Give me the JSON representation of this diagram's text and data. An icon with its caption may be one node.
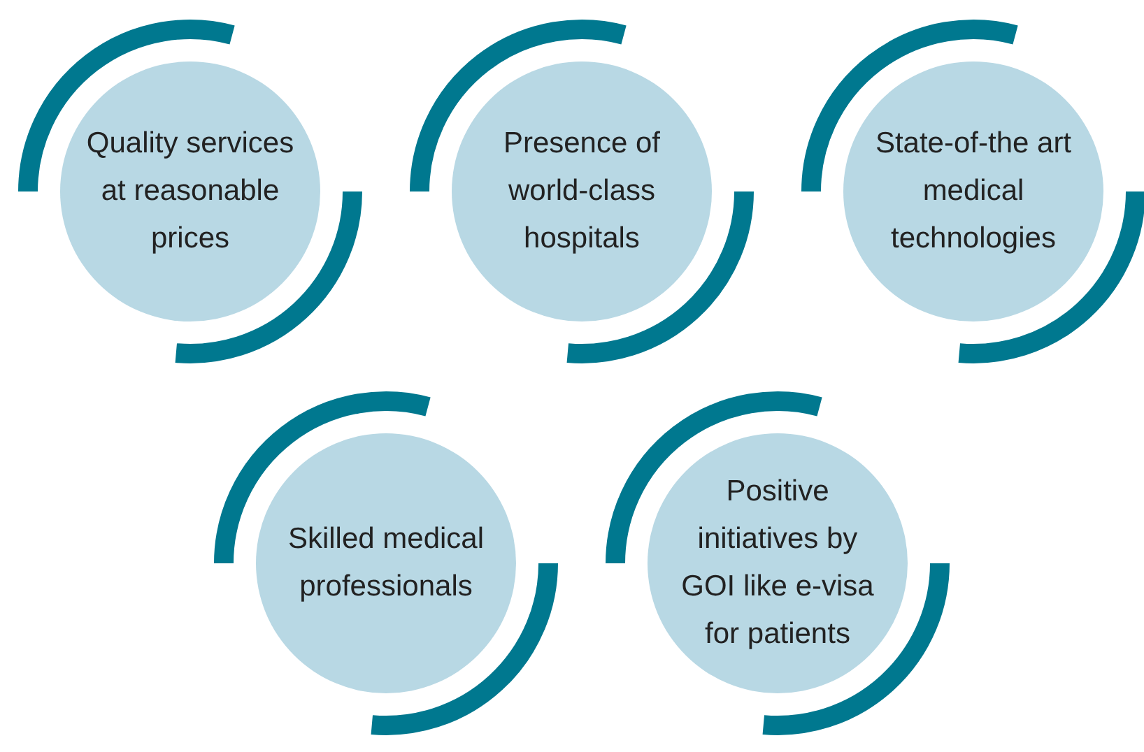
{
  "diagram": {
    "nodes": [
      {
        "text": [
          "Quality services at reasonable prices"
        ]
      },
      {
        "text": [
          "Presence of world-class hospitals"
        ]
      },
      {
        "text": [
          "State-of-the art medical technologies"
        ]
      },
      {
        "text": [
          "Skilled medical professionals"
        ]
      },
      {
        "text": [
          "Positive initiatives by GOI like e-visa for patients"
        ]
      }
    ]
  }
}
